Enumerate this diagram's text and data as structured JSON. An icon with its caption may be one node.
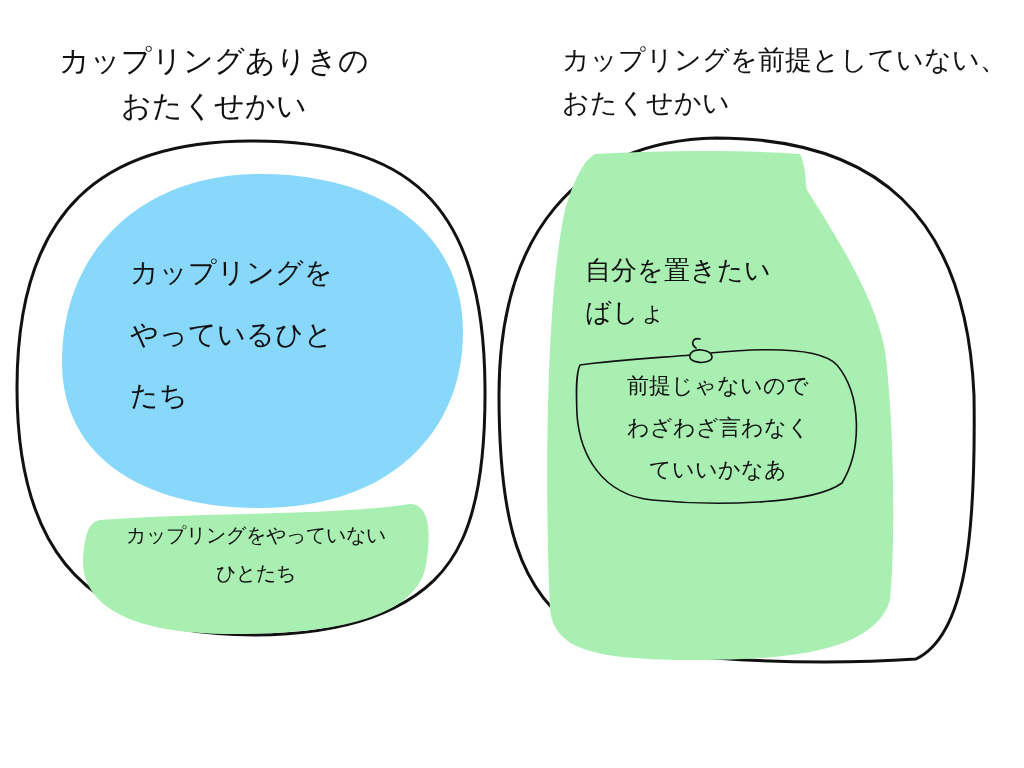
{
  "diagram": {
    "nodes": [
      {
        "text": [
          "カップリングありきのおたくせかい"
        ]
      },
      {
        "text": [
          "カップリングをやっているひとたち"
        ],
        "in": 0
      },
      {
        "text": [
          "カップリングをやっていないひとたち"
        ],
        "in": 0
      },
      {
        "text": [
          "カップリングを前提としていない、おたくせかい"
        ]
      },
      {
        "text": [
          "自分を置きたいばしょ"
        ],
        "in": 3
      },
      {
        "text": [
          "前提じゃないのでわざわざ言わなくていいかなあ"
        ],
        "in": 4
      }
    ]
  }
}
